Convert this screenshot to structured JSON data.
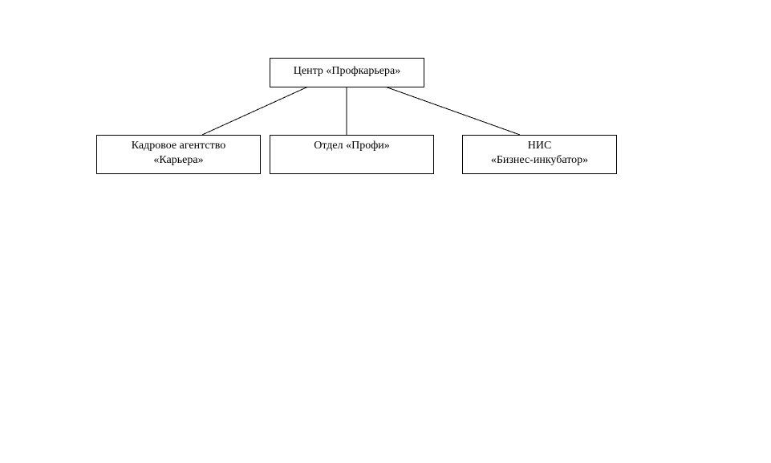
{
  "diagram": {
    "root": {
      "label": "Центр «Профкарьера»"
    },
    "children": [
      {
        "line1": "Кадровое агентство",
        "line2": "«Карьера»"
      },
      {
        "line1": "Отдел «Профи»",
        "line2": ""
      },
      {
        "line1": "НИС",
        "line2": "«Бизнес-инкубатор»"
      }
    ]
  }
}
